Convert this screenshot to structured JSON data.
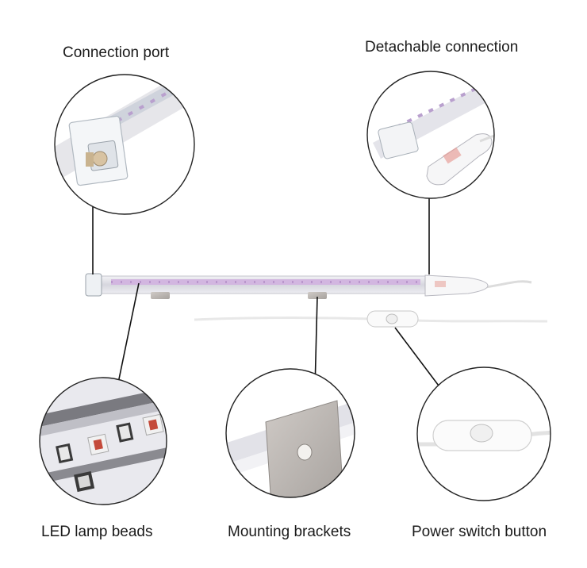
{
  "callouts": {
    "connection_port": "Connection port",
    "detachable_connection": "Detachable connection",
    "led_lamp_beads": "LED lamp beads",
    "mounting_brackets": "Mounting brackets",
    "power_switch_button": "Power switch button"
  },
  "colors": {
    "line": "#111111",
    "circle_border": "#222222",
    "tube_body": "#dcdce2",
    "led_strip": "#c8a8d8",
    "cable": "#e6e6e6",
    "bracket_metal": "#b9b4b0"
  }
}
